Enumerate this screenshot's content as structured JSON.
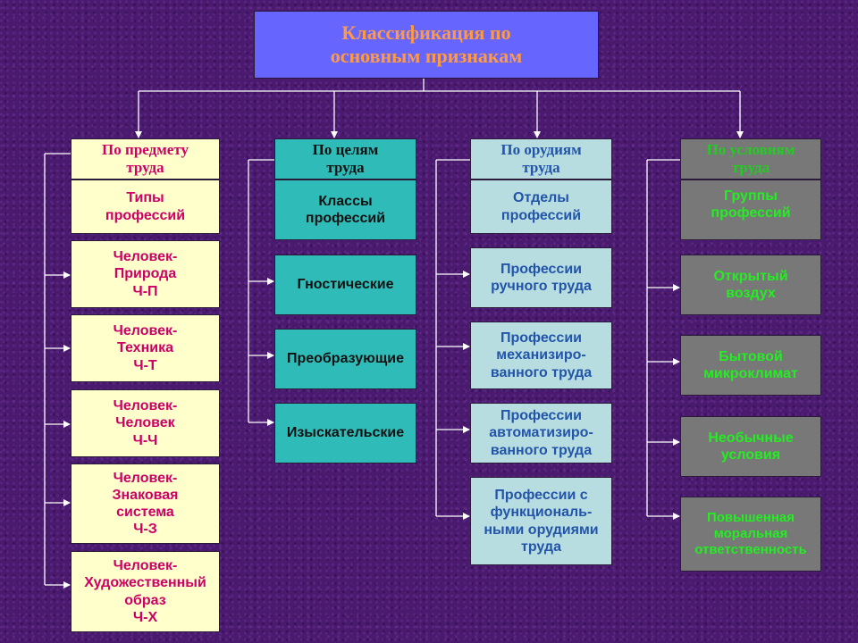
{
  "title": "Классификация по\nосновным признакам",
  "columns": [
    {
      "header": "По предмету\nтруда",
      "items": [
        "Типы\nпрофессий",
        "Человек-\nПрирода\nЧ-П",
        "Человек-\nТехника\nЧ-Т",
        "Человек-\nЧеловек\nЧ-Ч",
        "Человек-\nЗнаковая\nсистема\nЧ-З",
        "Человек-\nХудожественный\nобраз\nЧ-Х"
      ]
    },
    {
      "header": "По целям\nтруда",
      "items": [
        "Классы\nпрофессий",
        "Гностические",
        "Преобразующие",
        "Изыскательские"
      ]
    },
    {
      "header": "По орудиям\nтруда",
      "items": [
        "Отделы\nпрофессий",
        "Профессии\nручного труда",
        "Профессии\nмеханизиро-\nванного труда",
        "Профессии\nавтоматизиро-\nванного труда",
        "Профессии с\nфункциональ-\nными орудиями\nтруда"
      ]
    },
    {
      "header": "По условиям\nтруда",
      "items": [
        "Группы\nпрофессий",
        "Открытый\nвоздух",
        "Бытовой\nмикроклимат",
        "Необычные\nусловия",
        "Повышенная\nморальная\nответственность"
      ]
    }
  ]
}
